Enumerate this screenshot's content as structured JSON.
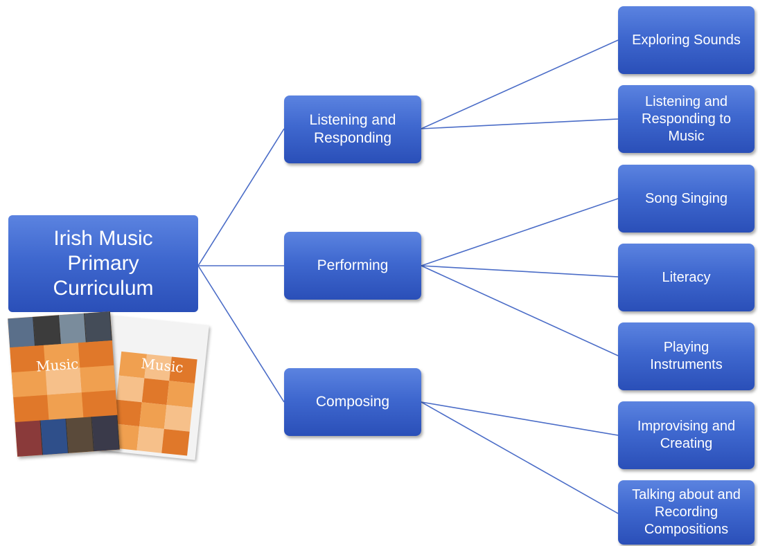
{
  "diagram": {
    "root": {
      "label": "Irish Music\nPrimary\nCurriculum"
    },
    "strands": [
      {
        "id": "listening",
        "label": "Listening and\nResponding",
        "children": [
          "exploring",
          "listen-respond"
        ]
      },
      {
        "id": "performing",
        "label": "Performing",
        "children": [
          "song",
          "literacy",
          "playing"
        ]
      },
      {
        "id": "composing",
        "label": "Composing",
        "children": [
          "improvising",
          "talking"
        ]
      }
    ],
    "units": [
      {
        "id": "exploring",
        "label": "Exploring Sounds"
      },
      {
        "id": "listen-respond",
        "label": "Listening and\nResponding to\nMusic"
      },
      {
        "id": "song",
        "label": "Song Singing"
      },
      {
        "id": "literacy",
        "label": "Literacy"
      },
      {
        "id": "playing",
        "label": "Playing\nInstruments"
      },
      {
        "id": "improvising",
        "label": "Improvising and\nCreating"
      },
      {
        "id": "talking",
        "label": "Talking about and\nRecording\nCompositions"
      }
    ],
    "cover_image": {
      "front_title": "Music",
      "back_title": "Music",
      "colors": {
        "orange": "#e88a2c",
        "light_orange": "#f6c08a"
      }
    },
    "colors": {
      "node_fill": "#3f68cf",
      "connector": "#4a6cc7",
      "text": "#ffffff"
    }
  }
}
